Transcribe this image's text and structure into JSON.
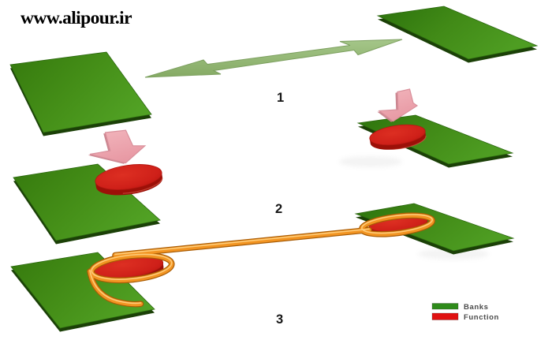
{
  "page": {
    "background": "#ffffff"
  },
  "watermark": {
    "text": "www.alipour.ir",
    "color": "#000000"
  },
  "steps": [
    {
      "number": "1"
    },
    {
      "number": "2"
    },
    {
      "number": "3"
    }
  ],
  "legend": {
    "label_color": "#4a4a4a",
    "items": [
      {
        "label": "Banks",
        "swatch_color": "#2e8b1a"
      },
      {
        "label": "Function",
        "swatch_color": "#e01111"
      }
    ]
  },
  "palette": {
    "bank_green": "#479220",
    "bank_green_dark": "#1c4208",
    "function_red": "#d2201a",
    "function_red_dark": "#a01009",
    "exchange_arrow_green": "#9cc47e",
    "move_arrow_pink": "#efa9b1",
    "cable_orange": "#f29422"
  }
}
